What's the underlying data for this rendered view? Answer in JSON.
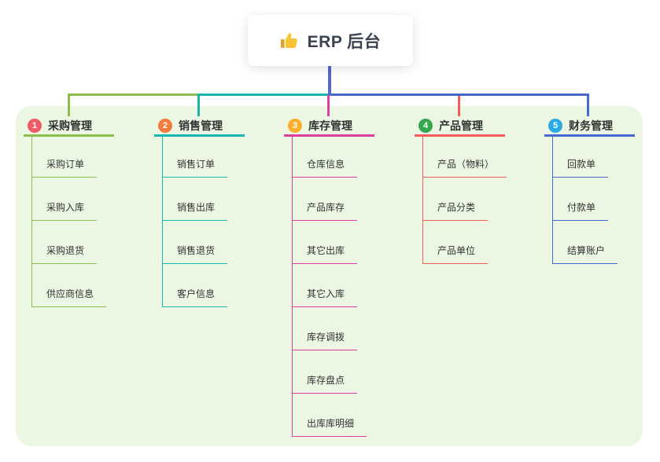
{
  "root": {
    "title": "ERP 后台",
    "icon": "thumbs-up-icon"
  },
  "branches": [
    {
      "index": "1",
      "title": "采购管理",
      "badge_color": "#f25c68",
      "line_color": "#8abd4c",
      "items": [
        "采购订单",
        "采购入库",
        "采购退货",
        "供应商信息"
      ]
    },
    {
      "index": "2",
      "title": "销售管理",
      "badge_color": "#f47b3c",
      "line_color": "#1ab5ad",
      "items": [
        "销售订单",
        "销售出库",
        "销售退货",
        "客户信息"
      ]
    },
    {
      "index": "3",
      "title": "库存管理",
      "badge_color": "#fbaf2e",
      "line_color": "#dd3f9e",
      "items": [
        "仓库信息",
        "产品库存",
        "其它出库",
        "其它入库",
        "库存调拨",
        "库存盘点",
        "出库库明细"
      ]
    },
    {
      "index": "4",
      "title": "产品管理",
      "badge_color": "#34a84f",
      "line_color": "#f45b5b",
      "items": [
        "产品（物料）",
        "产品分类",
        "产品单位"
      ]
    },
    {
      "index": "5",
      "title": "财务管理",
      "badge_color": "#2aabe4",
      "line_color": "#4767d1",
      "items": [
        "回款单",
        "付款单",
        "结算账户"
      ]
    }
  ],
  "colors": {
    "canvas_bg": "#ffffff",
    "panel_bg": "#ebf6e3",
    "root_line": "#5268cf",
    "icon_yellow": "#f7c531",
    "text": "#333333"
  }
}
